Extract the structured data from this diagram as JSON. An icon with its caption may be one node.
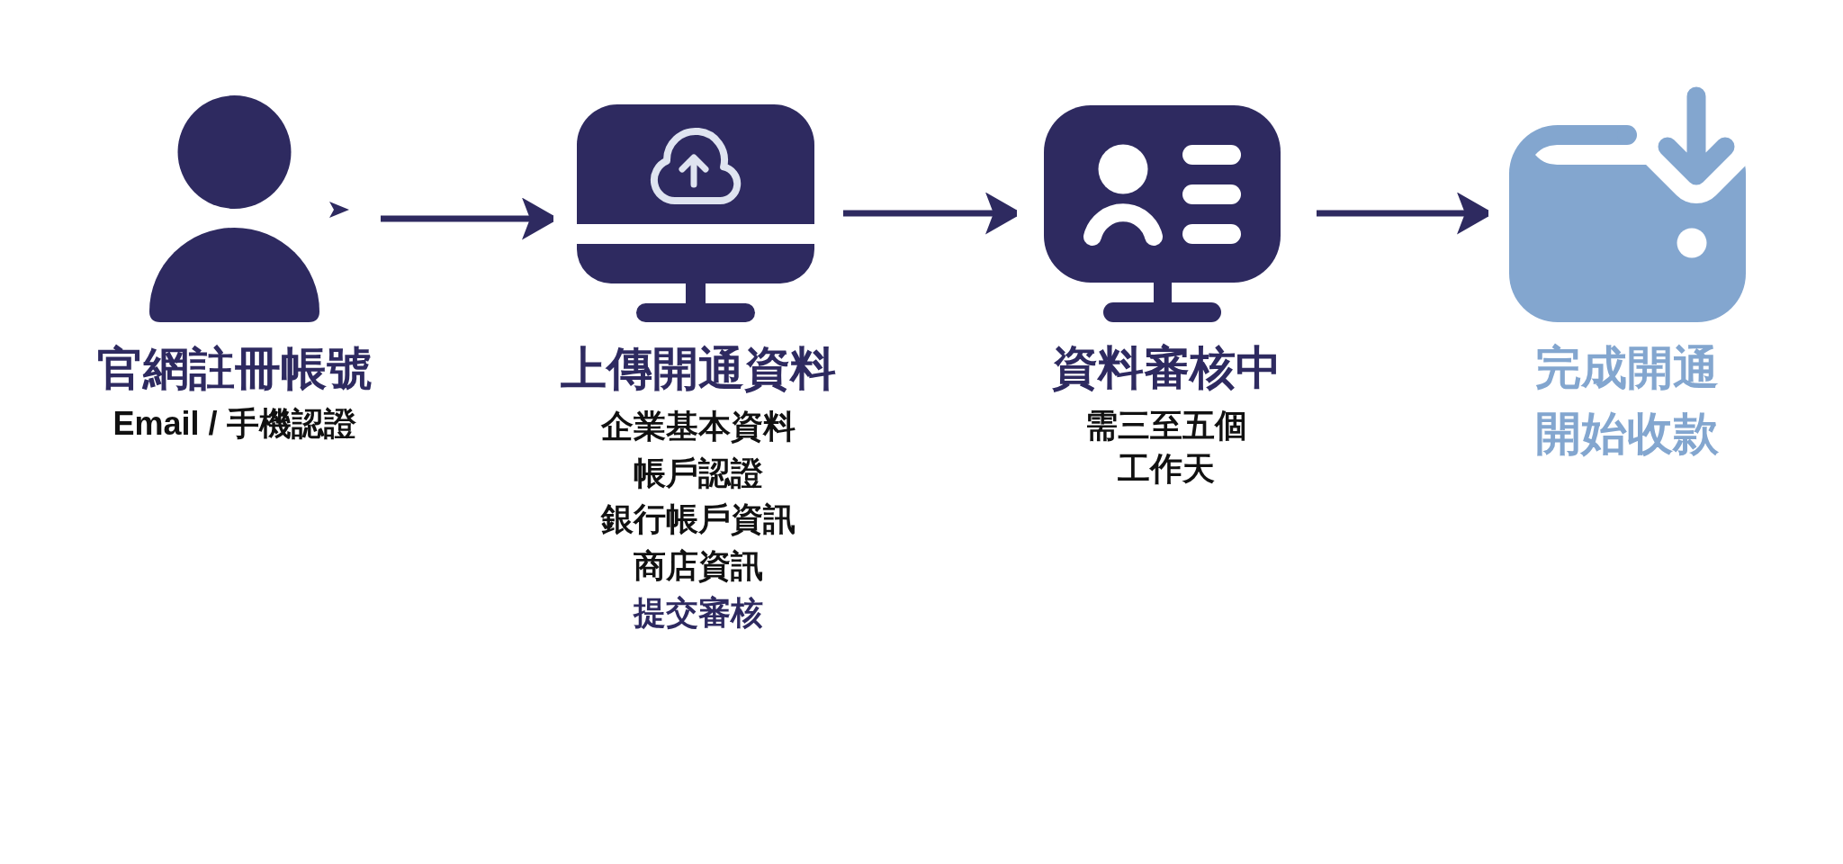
{
  "diagram": {
    "nodes": [
      {
        "text": [
          "官網註冊帳號",
          "Email / 手機認證"
        ]
      },
      {
        "text": [
          "上傳開通資料"
        ],
        "beside": [
          "企業基本資料",
          "帳戶認證",
          "銀行帳戶資訊",
          "商店資訊",
          "提交審核"
        ]
      },
      {
        "text": [
          "資料審核中",
          "需三至五個工作天"
        ]
      },
      {
        "text": [
          "完成開通",
          "開始收款"
        ]
      }
    ],
    "edges": [
      {
        "from": 0,
        "to": 1,
        "arrow": "to"
      },
      {
        "from": 1,
        "to": 2,
        "arrow": "to"
      },
      {
        "from": 2,
        "to": 3,
        "arrow": "to"
      }
    ]
  }
}
